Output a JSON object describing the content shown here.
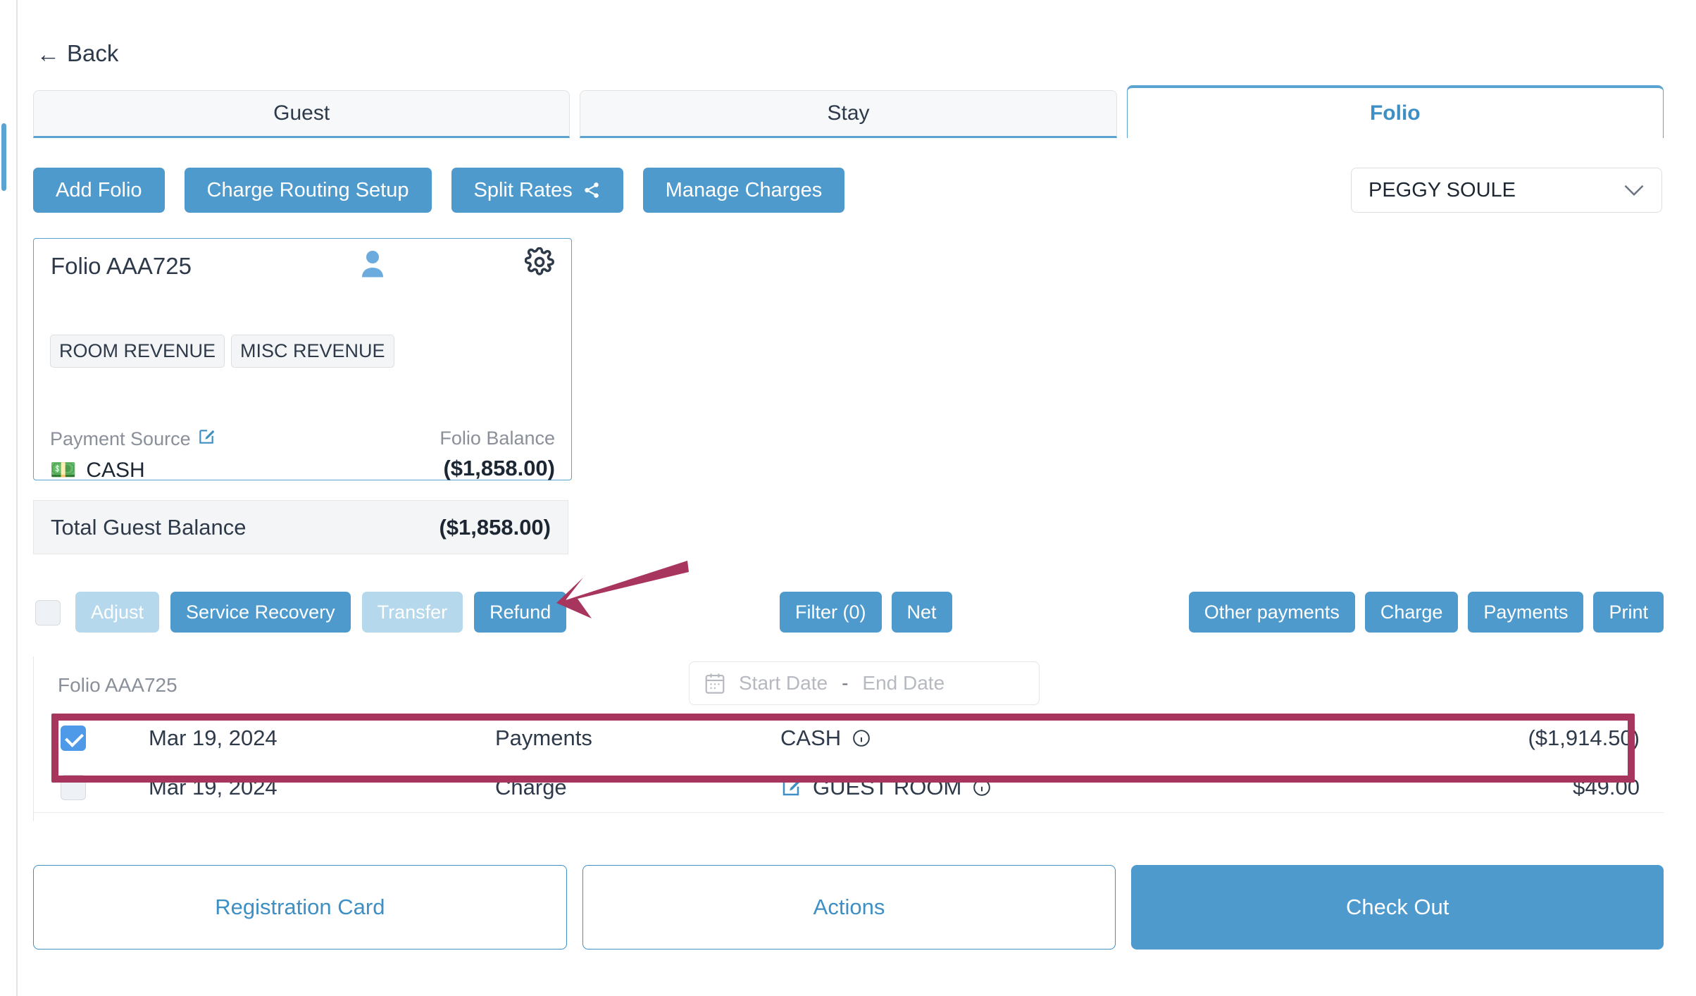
{
  "nav": {
    "back_label": "Back",
    "back_icon": "arrow-left-icon"
  },
  "tabs": [
    {
      "label": "Guest",
      "active": false
    },
    {
      "label": "Stay",
      "active": false
    },
    {
      "label": "Folio",
      "active": true
    }
  ],
  "toolbar_primary": {
    "buttons": [
      {
        "label": "Add Folio",
        "name": "add-folio-button",
        "disabled": false,
        "icon": ""
      },
      {
        "label": "Charge Routing Setup",
        "name": "charge-routing-setup-button",
        "disabled": false,
        "icon": ""
      },
      {
        "label": "Split Rates",
        "name": "split-rates-button",
        "disabled": false,
        "icon": "share-icon"
      },
      {
        "label": "Manage Charges",
        "name": "manage-charges-button",
        "disabled": false,
        "icon": ""
      }
    ]
  },
  "guest_select": {
    "value": "PEGGY SOULE",
    "chevron": "chevron-down-icon"
  },
  "folio_card": {
    "title": "Folio AAA725",
    "person_icon": "person-icon",
    "gear_icon": "gear-icon",
    "revenue_tags": [
      "ROOM REVENUE",
      "MISC REVENUE"
    ],
    "payment_source_label": "Payment Source",
    "payment_source_edit_icon": "edit-icon",
    "payment_source_value": "CASH",
    "payment_source_glyph": "💵",
    "folio_balance_label": "Folio Balance",
    "folio_balance_value": "($1,858.00)"
  },
  "total_balance": {
    "label": "Total Guest Balance",
    "value": "($1,858.00)"
  },
  "row_toolbar": {
    "select_all_checked": false,
    "left_buttons": [
      {
        "label": "Adjust",
        "name": "adjust-button",
        "disabled": true
      },
      {
        "label": "Service Recovery",
        "name": "service-recovery-button",
        "disabled": false
      },
      {
        "label": "Transfer",
        "name": "transfer-button",
        "disabled": true
      },
      {
        "label": "Refund",
        "name": "refund-button",
        "disabled": false
      }
    ],
    "mid_buttons": [
      {
        "label": "Filter (0)",
        "name": "filter-button",
        "disabled": false
      },
      {
        "label": "Net",
        "name": "net-button",
        "disabled": false
      }
    ],
    "right_buttons": [
      {
        "label": "Other payments",
        "name": "other-payments-button",
        "disabled": false
      },
      {
        "label": "Charge",
        "name": "charge-button",
        "disabled": false
      },
      {
        "label": "Payments",
        "name": "payments-button",
        "disabled": false
      },
      {
        "label": "Print",
        "name": "print-button",
        "disabled": false
      }
    ]
  },
  "transactions_panel": {
    "folio_label": "Folio AAA725",
    "date_filter": {
      "calendar_icon": "calendar-icon",
      "start_placeholder": "Start Date",
      "separator": "-",
      "end_placeholder": "End Date"
    },
    "rows": [
      {
        "checked": true,
        "date": "Mar 19, 2024",
        "type": "Payments",
        "description": "CASH",
        "has_edit_icon": false,
        "has_info_icon": true,
        "amount": "($1,914.50)",
        "highlighted": true
      },
      {
        "checked": false,
        "date": "Mar 19, 2024",
        "type": "Charge",
        "description": "GUEST ROOM",
        "has_edit_icon": true,
        "has_info_icon": true,
        "amount": "$49.00",
        "highlighted": false
      }
    ]
  },
  "footer": {
    "buttons": [
      {
        "label": "Registration Card",
        "name": "registration-card-button",
        "style": "outline"
      },
      {
        "label": "Actions",
        "name": "actions-button",
        "style": "outline"
      },
      {
        "label": "Check Out",
        "name": "check-out-button",
        "style": "solid"
      }
    ]
  },
  "annotation": {
    "arrow_color": "#a8355e",
    "highlight_color": "#a8355e"
  },
  "colors": {
    "primary_blue": "#4e9acd",
    "primary_blue_disabled": "#b5d8ec",
    "active_tab_text": "#3d8fc4",
    "text_dark": "#2e3a4a",
    "text_muted": "#8a9099"
  }
}
